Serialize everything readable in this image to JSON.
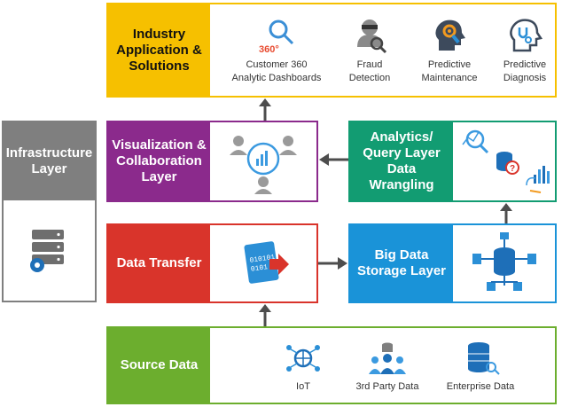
{
  "industry": {
    "title": "Industry Application & Solutions",
    "items": [
      {
        "label": "Customer 360\nAnalytic Dashboards",
        "icon": "customer-360-icon",
        "badge": "360°"
      },
      {
        "label": "Fraud\nDetection",
        "icon": "fraud-detection-icon"
      },
      {
        "label": "Predictive\nMaintenance",
        "icon": "predictive-maintenance-icon"
      },
      {
        "label": "Predictive\nDiagnosis",
        "icon": "predictive-diagnosis-icon"
      }
    ]
  },
  "visualization": {
    "title": "Visualization & Collaboration Layer",
    "icon": "collaboration-network-icon"
  },
  "analytics": {
    "title": "Analytics/ Query Layer Data Wrangling",
    "icon": "analytics-query-icon"
  },
  "infrastructure": {
    "title": "Infrastructure Layer",
    "icon": "server-gear-icon"
  },
  "transfer": {
    "title": "Data Transfer",
    "icon": "data-transfer-icon",
    "binary_top": "010101",
    "binary_bottom": "0101"
  },
  "storage": {
    "title": "Big Data Storage Layer",
    "icon": "database-network-icon"
  },
  "source": {
    "title": "Source Data",
    "items": [
      {
        "label": "IoT",
        "icon": "iot-network-icon"
      },
      {
        "label": "3rd Party Data",
        "icon": "third-party-data-icon"
      },
      {
        "label": "Enterprise Data",
        "icon": "enterprise-database-icon"
      }
    ]
  },
  "colors": {
    "industry": "#f6c000",
    "visualization": "#8b2a8c",
    "analytics": "#129c72",
    "infrastructure": "#7f7f7f",
    "transfer": "#d9342b",
    "storage": "#1a93d8",
    "source": "#6cae2e",
    "arrow": "#4d4d4d"
  }
}
